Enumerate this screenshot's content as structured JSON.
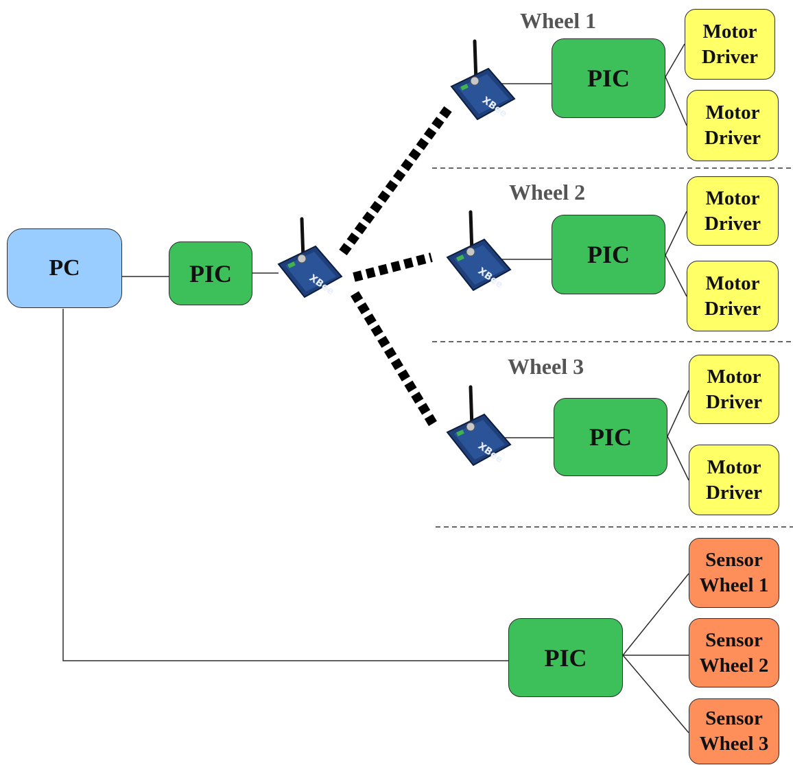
{
  "pc": {
    "label": "PC"
  },
  "main_pic": {
    "label": "PIC"
  },
  "sensor_pic": {
    "label": "PIC"
  },
  "wheels": [
    {
      "title": "Wheel 1",
      "pic": "PIC",
      "drivers": [
        "Motor\nDriver",
        "Motor\nDriver"
      ]
    },
    {
      "title": "Wheel 2",
      "pic": "PIC",
      "drivers": [
        "Motor\nDriver",
        "Motor\nDriver"
      ]
    },
    {
      "title": "Wheel 3",
      "pic": "PIC",
      "drivers": [
        "Motor\nDriver",
        "Motor\nDriver"
      ]
    }
  ],
  "sensors": [
    "Sensor\nWheel 1",
    "Sensor\nWheel 2",
    "Sensor\nWheel 3"
  ],
  "icons": {
    "radio": "xbee-radio-module-icon"
  },
  "colors": {
    "pc": "#99ccff",
    "pic": "#3dbf5a",
    "motor_driver": "#ffff66",
    "sensor": "#ff8f5a",
    "wheel_label": "#555555",
    "wireless_link": "#000000"
  }
}
